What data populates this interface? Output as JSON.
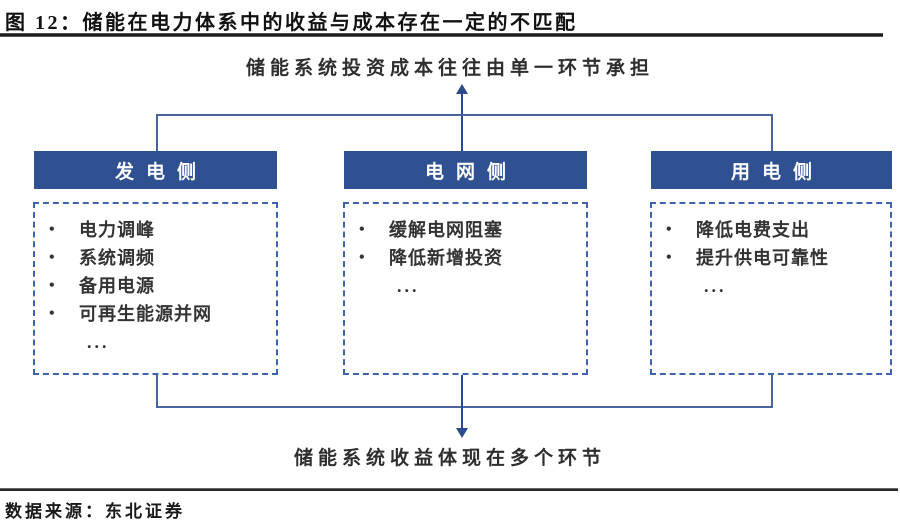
{
  "figure": {
    "title": "图 12：储能在电力体系中的收益与成本存在一定的不匹配",
    "source": "数据来源：东北证券"
  },
  "diagram": {
    "top_label": "储能系统投资成本往往由单一环节承担",
    "bottom_label": "储能系统收益体现在多个环节",
    "bullet": "•",
    "columns": [
      {
        "header": "发电侧",
        "items": [
          "电力调峰",
          "系统调频",
          "备用电源",
          "可再生能源并网"
        ],
        "more": "..."
      },
      {
        "header": "电网侧",
        "items": [
          "缓解电网阻塞",
          "降低新增投资"
        ],
        "more": "..."
      },
      {
        "header": "用电侧",
        "items": [
          "降低电费支出",
          "提升供电可靠性"
        ],
        "more": "..."
      }
    ],
    "colors": {
      "header_bg": "#2F5191",
      "header_text": "#FFFFFF",
      "connector": "#4A649E",
      "arrow": "#2B4B8C",
      "dashed_border": "#3E64AE",
      "body_text": "#333333"
    }
  }
}
